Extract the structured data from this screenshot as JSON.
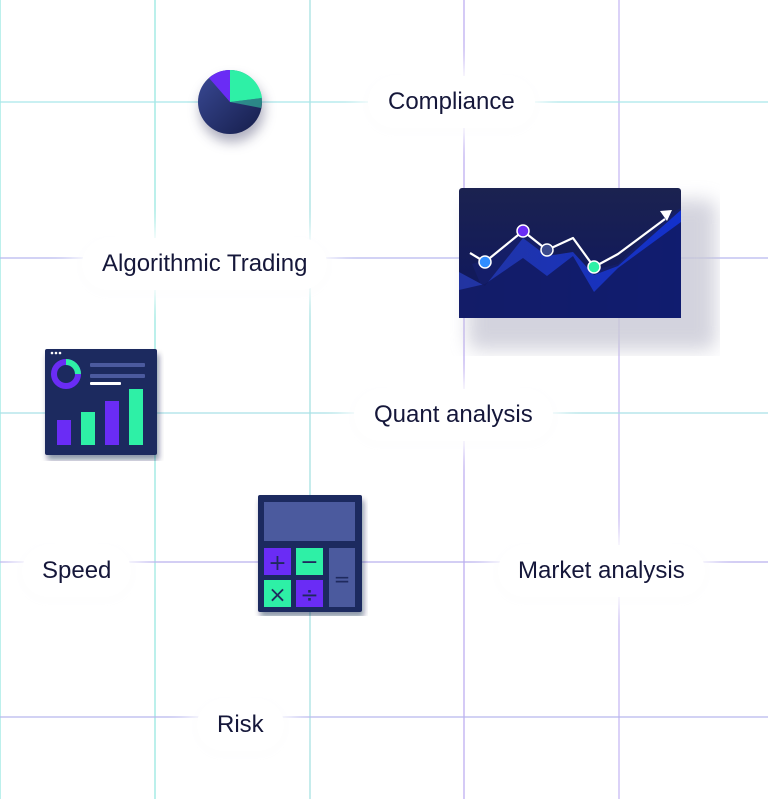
{
  "labels": {
    "compliance": "Compliance",
    "algorithmic_trading": "Algorithmic Trading",
    "quant_analysis": "Quant analysis",
    "speed": "Speed",
    "market_analysis": "Market analysis",
    "risk": "Risk"
  },
  "colors": {
    "navy": "#1f2a5e",
    "deep_blue": "#0b1a7a",
    "purple": "#6a2cf5",
    "mint": "#2ef0a6",
    "slate": "#4b5a9e",
    "text": "#15173a",
    "grid_teal": "#7fe0d8",
    "grid_purple": "#b8a6f0"
  },
  "icons": {
    "pie": "pie-chart-icon",
    "trend": "trend-chart-icon",
    "dashboard": "dashboard-icon",
    "calculator": "calculator-icon"
  },
  "calculator": {
    "plus": "+",
    "minus": "−",
    "times": "×",
    "divide": "÷",
    "equals": "="
  }
}
